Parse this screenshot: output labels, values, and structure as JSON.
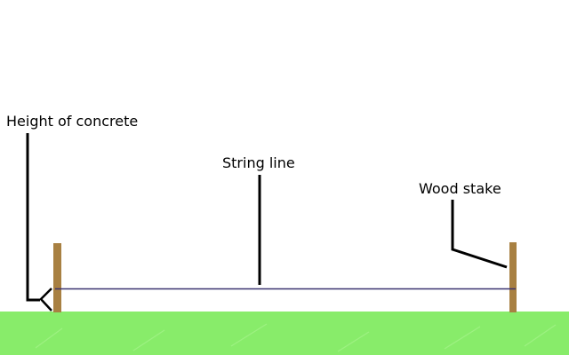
{
  "labels": {
    "height_of_concrete": "Height of concrete",
    "string_line": "String line",
    "wood_stake": "Wood stake"
  },
  "colors": {
    "ground": "#88ec6a",
    "stake": "#a88042",
    "string": "#3a3370",
    "pointer": "#000000",
    "background": "#ffffff"
  }
}
